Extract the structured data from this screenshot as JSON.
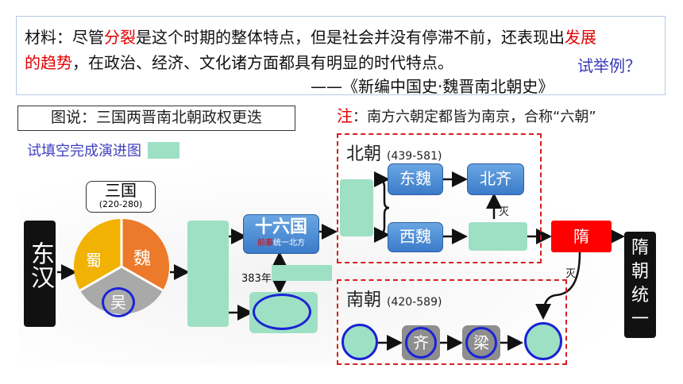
{
  "quote": {
    "line1_a": "材料：尽管",
    "line1_red": "分裂",
    "line1_b": "是这个时期的整体特点，但是社会并没有停滞不前，还表现出",
    "line1_red2": "发展",
    "line2_red": "的趋势",
    "line2_b": "，在政治、经济、文化诸方面都具有明显的时代特点。",
    "question": "试举例？",
    "source": "——《新编中国史·魏晋南北朝史》"
  },
  "caption": "图说：三国两晋南北朝政权更迭",
  "note": {
    "prefix": "注",
    "text": "：南方六朝定都皆为南京，合称“六朝”"
  },
  "fill_hint": "试填空完成演进图",
  "nodes": {
    "donghan": "东汉",
    "sanguo_title": "三国",
    "sanguo_years": "(220-280)",
    "shu": "蜀",
    "wei": "魏",
    "wu": "吴",
    "shiliuguo": "十六国",
    "shiliuguo_sub_red": "前秦",
    "shiliuguo_sub": "统一北方",
    "year_383": "383年",
    "beichao": "北朝",
    "beichao_years": "(439-581)",
    "dongwei": "东魏",
    "beiqi": "北齐",
    "xiwei": "西魏",
    "nanchao": "南朝",
    "nanchao_years": "(420-589)",
    "qi": "齐",
    "liang": "梁",
    "sui": "隋",
    "sui_unify": [
      "隋",
      "朝",
      "统",
      "一"
    ],
    "mie1": "灭",
    "mie2": "灭"
  },
  "colors": {
    "red_accent": "#e00000",
    "blank_fill": "#9ee0c4",
    "blue_node": "#3b7bc9",
    "circle_border": "#1a23d6",
    "dash_red": "#d42020"
  }
}
